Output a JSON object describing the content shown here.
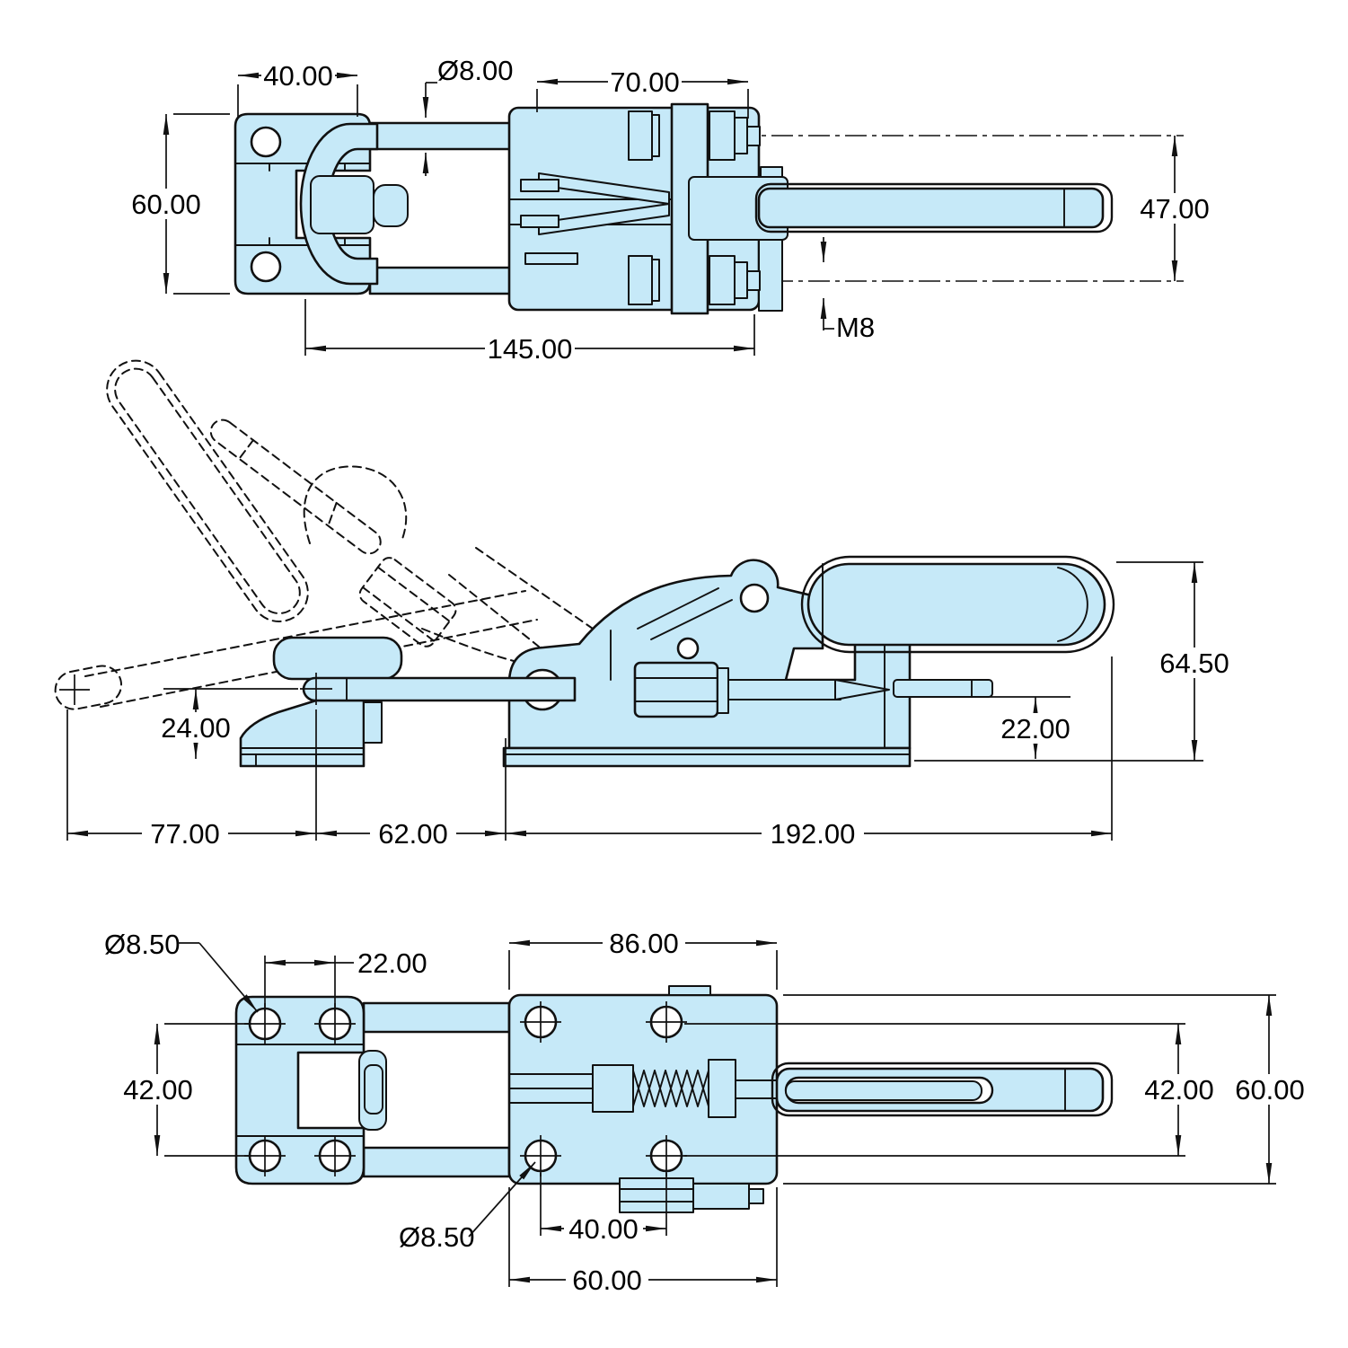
{
  "drawing": {
    "colors": {
      "background": "#ffffff",
      "part_fill": "#c6e9f8",
      "line": "#111111",
      "dim": "#111111"
    },
    "views": {
      "top": {
        "dims": {
          "clevis_width": "40.00",
          "rod_diameter": "Ø8.00",
          "body_length": "70.00",
          "plate_height": "60.00",
          "handle_height": "47.00",
          "latch_length": "145.00",
          "thread_size": "M8"
        }
      },
      "side": {
        "dims": {
          "base_to_center": "24.00",
          "open_handle_reach": "77.00",
          "hook_to_body": "62.00",
          "closed_length": "192.00",
          "latch_tip_height": "22.00",
          "overall_height": "64.50"
        }
      },
      "bottom": {
        "dims": {
          "plate_hole_diameter": "Ø8.50",
          "plate_hole_pitch_x": "22.00",
          "body_length": "86.00",
          "plate_hole_pitch_y": "42.00",
          "body_hole_diameter": "Ø8.50",
          "body_hole_pitch_x": "40.00",
          "body_hole_span_x": "60.00",
          "body_hole_pitch_y": "42.00",
          "body_width": "60.00"
        }
      }
    }
  }
}
